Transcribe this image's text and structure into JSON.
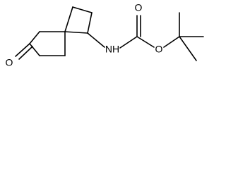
{
  "molecule": {
    "atoms": [
      {
        "id": "a-oxo-o",
        "element": "O",
        "label": "O"
      },
      {
        "id": "a-nh",
        "element": "N",
        "label": "NH"
      },
      {
        "id": "a-carbonyl-o",
        "element": "O",
        "label": "O"
      },
      {
        "id": "a-ester-o",
        "element": "O",
        "label": "O"
      }
    ]
  }
}
